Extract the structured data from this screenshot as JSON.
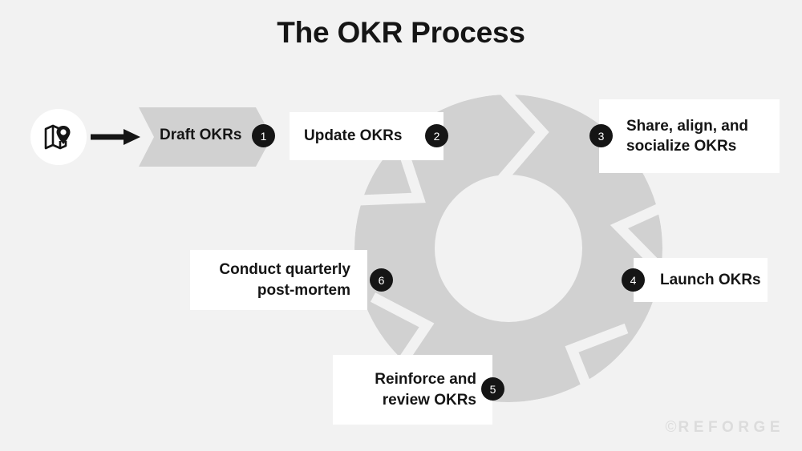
{
  "page": {
    "title": "The OKR Process",
    "background_color": "#f2f2f2",
    "accent_color": "#151515",
    "ring_color": "#d1d1d1",
    "box_color": "#ffffff"
  },
  "start": {
    "icon": "map-pin-icon"
  },
  "steps": [
    {
      "number": "1",
      "label": "Draft OKRs",
      "shape": "chevron",
      "badge_side": "right"
    },
    {
      "number": "2",
      "label": "Update OKRs",
      "shape": "box",
      "badge_side": "right"
    },
    {
      "number": "3",
      "label": "Share, align, and\nsocialize OKRs",
      "shape": "box",
      "badge_side": "left"
    },
    {
      "number": "4",
      "label": "Launch OKRs",
      "shape": "box",
      "badge_side": "left"
    },
    {
      "number": "5",
      "label": "Reinforce and\nreview OKRs",
      "shape": "box",
      "badge_side": "right"
    },
    {
      "number": "6",
      "label": "Conduct quarterly\npost-mortem",
      "shape": "box",
      "badge_side": "right"
    }
  ],
  "watermark": {
    "copyright": "©",
    "brand": "REFORGE"
  }
}
